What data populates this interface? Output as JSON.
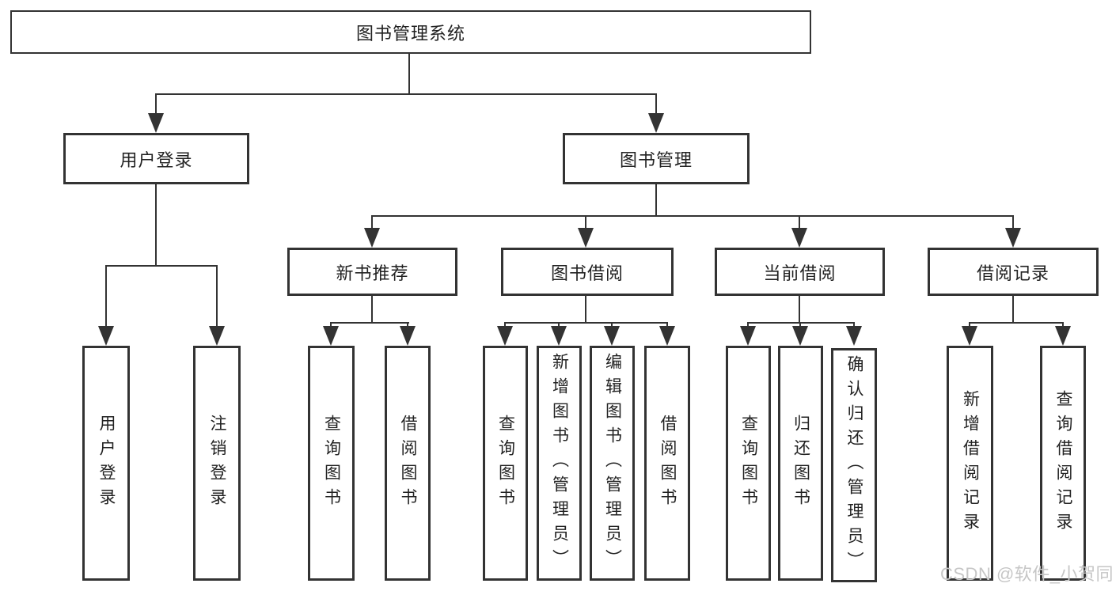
{
  "colors": {
    "line": "#333333",
    "box_border": "#333333",
    "text": "#222222",
    "background": "#ffffff",
    "watermark": "#c6c6c6"
  },
  "watermark": {
    "text": "CSDN @软件_小贺同学"
  },
  "tree": {
    "label": "图书管理系统",
    "children": [
      {
        "label": "用户登录",
        "children": [
          {
            "label": "用户登录"
          },
          {
            "label": "注销登录"
          }
        ]
      },
      {
        "label": "图书管理",
        "children": [
          {
            "label": "新书推荐",
            "children": [
              {
                "label": "查询图书"
              },
              {
                "label": "借阅图书"
              }
            ]
          },
          {
            "label": "图书借阅",
            "children": [
              {
                "label": "查询图书"
              },
              {
                "label": "新增图书（管理员）"
              },
              {
                "label": "编辑图书（管理员）"
              },
              {
                "label": "借阅图书"
              }
            ]
          },
          {
            "label": "当前借阅",
            "children": [
              {
                "label": "查询图书"
              },
              {
                "label": "归还图书"
              },
              {
                "label": "确认归还（管理员）"
              }
            ]
          },
          {
            "label": "借阅记录",
            "children": [
              {
                "label": "新增借阅记录"
              },
              {
                "label": "查询借阅记录"
              }
            ]
          }
        ]
      }
    ]
  }
}
